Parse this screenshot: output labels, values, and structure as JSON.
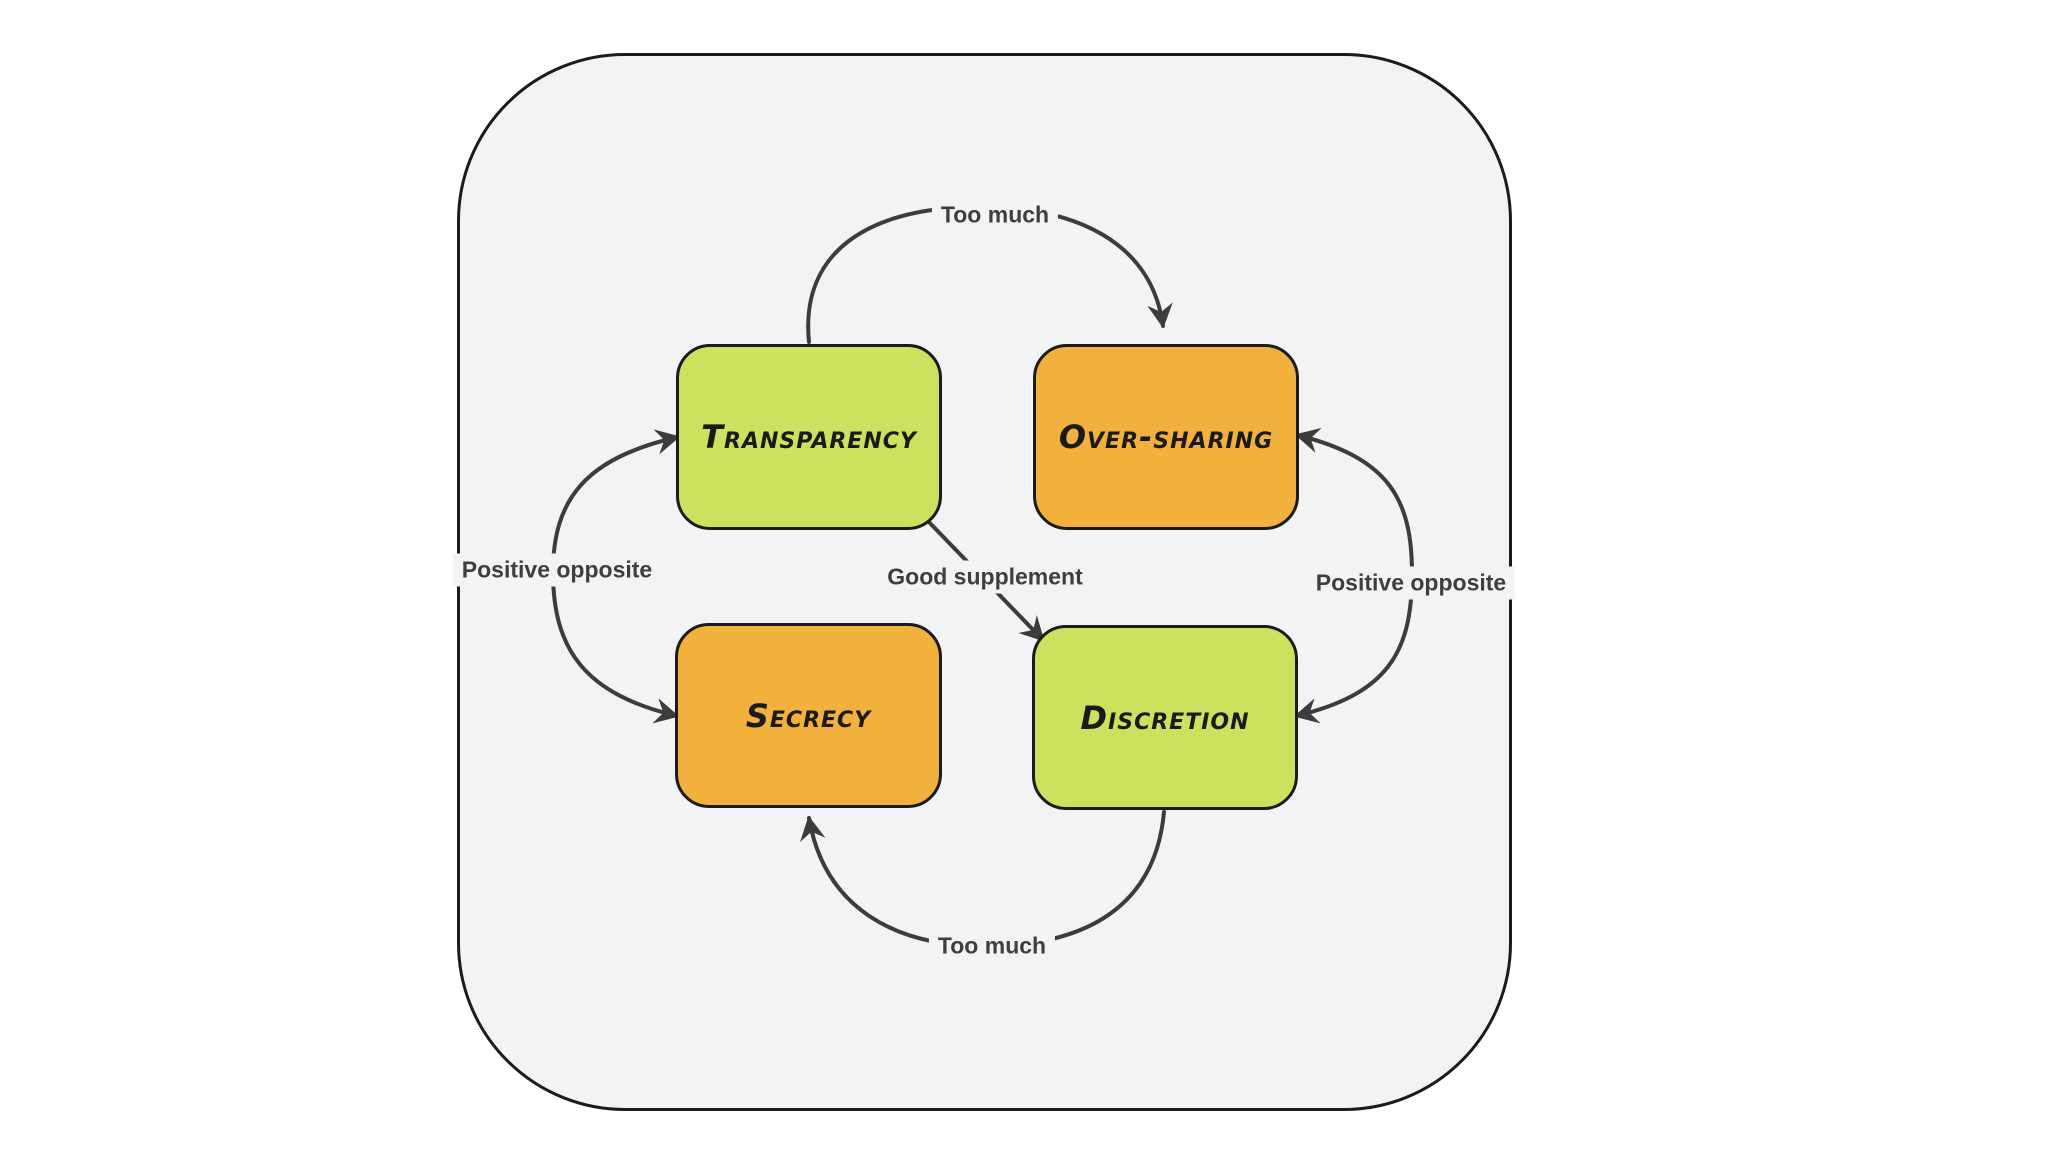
{
  "diagram": {
    "title": "",
    "nodes": [
      {
        "id": "transparency",
        "label": "Transparency",
        "color_role": "positive",
        "fill": "#cde15e",
        "position": "top-left"
      },
      {
        "id": "over-sharing",
        "label": "Over-sharing",
        "color_role": "negative",
        "fill": "#f2b03c",
        "position": "top-right"
      },
      {
        "id": "secrecy",
        "label": "Secrecy",
        "color_role": "negative",
        "fill": "#f2b03c",
        "position": "bottom-left"
      },
      {
        "id": "discretion",
        "label": "Discretion",
        "color_role": "positive",
        "fill": "#cde15e",
        "position": "bottom-right"
      }
    ],
    "edges": [
      {
        "from": "Transparency",
        "to": "Over-sharing",
        "label": "Too much",
        "direction": "one-way",
        "position": "top"
      },
      {
        "from": "Secrecy",
        "to": "Transparency",
        "label": "Positive opposite",
        "direction": "two-way",
        "position": "left"
      },
      {
        "from": "Transparency",
        "to": "Discretion",
        "label": "Good supplement",
        "direction": "one-way",
        "position": "center"
      },
      {
        "from": "Discretion",
        "to": "Over-sharing",
        "label": "Positive opposite",
        "direction": "two-way",
        "position": "right"
      },
      {
        "from": "Discretion",
        "to": "Secrecy",
        "label": "Too much",
        "direction": "one-way",
        "position": "bottom"
      }
    ]
  },
  "colors": {
    "canvas_background": "#ffffff",
    "panel_background": "#f2f3f5",
    "panel_border": "#1b1b1b",
    "node_green": "#cde15e",
    "node_orange": "#f2b03c",
    "node_border": "#1b1b1b",
    "node_text": "#1a1a1a",
    "arrow": "#3c3c3c",
    "edge_label_text": "#3e3e3e"
  }
}
